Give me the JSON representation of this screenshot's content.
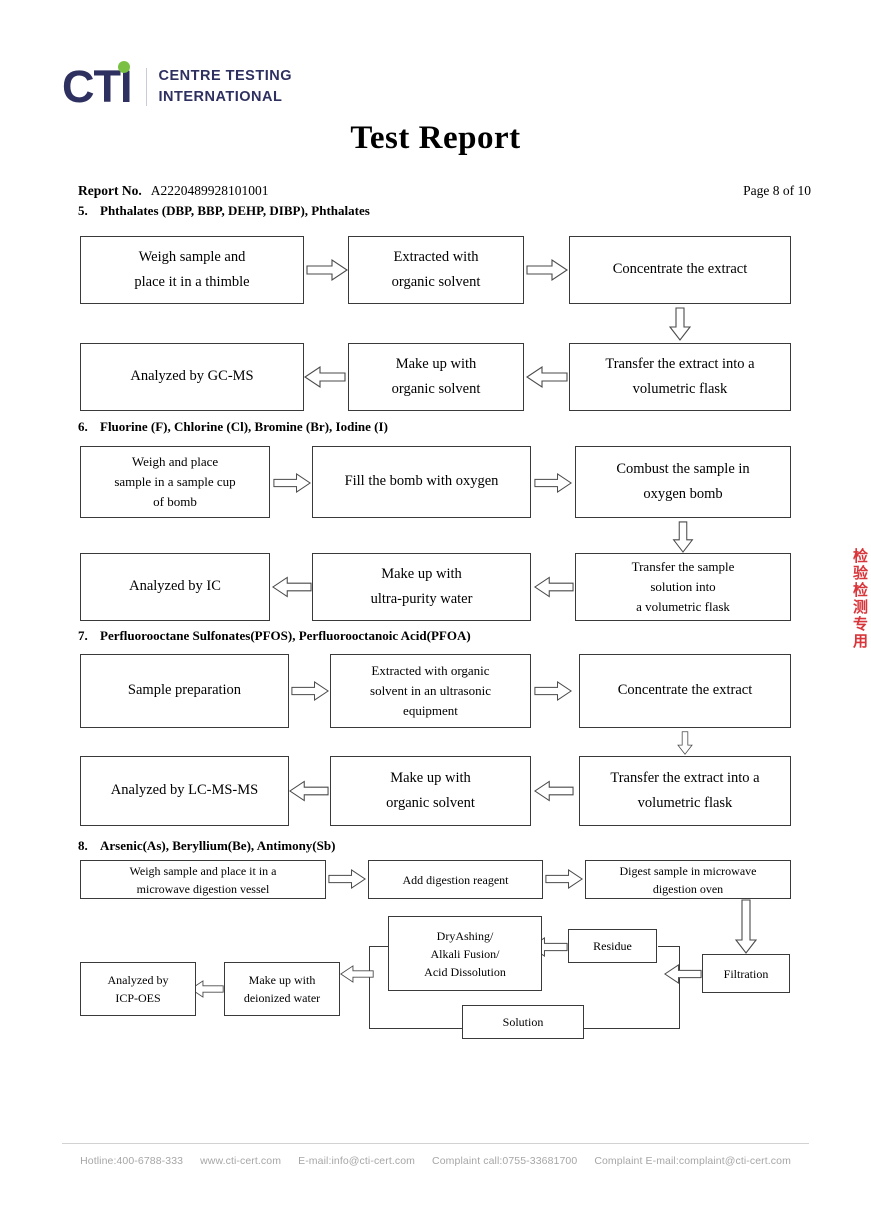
{
  "header": {
    "logo_text": "CTI",
    "logo_line1": "CENTRE TESTING",
    "logo_line2": "INTERNATIONAL",
    "logo_color": "#2e3060",
    "logo_dot_color": "#7ac143",
    "title": "Test Report",
    "report_no_label": "Report No.",
    "report_no_value": "A2220489928101001",
    "page_indicator": "Page 8 of 10"
  },
  "stamp": {
    "text": "检验检测专用",
    "color": "#d5252a"
  },
  "sections": [
    {
      "number": "5.",
      "title": "Phthalates (DBP, BBP, DEHP, DIBP), Phthalates",
      "nodes": [
        {
          "id": "p1",
          "lines": [
            "Weigh sample and",
            "place it in a thimble"
          ]
        },
        {
          "id": "p2",
          "lines": [
            "Extracted with",
            "organic solvent"
          ]
        },
        {
          "id": "p3",
          "lines": [
            "Concentrate the extract"
          ]
        },
        {
          "id": "p4",
          "lines": [
            "Transfer the extract into a",
            "volumetric flask"
          ]
        },
        {
          "id": "p5",
          "lines": [
            "Make up with",
            "organic solvent"
          ]
        },
        {
          "id": "p6",
          "lines": [
            "Analyzed by GC-MS"
          ]
        }
      ]
    },
    {
      "number": "6.",
      "title": "Fluorine (F), Chlorine (Cl), Bromine (Br), Iodine (I)",
      "nodes": [
        {
          "id": "f1",
          "lines": [
            "Weigh and place",
            "sample in a sample cup",
            "of bomb"
          ]
        },
        {
          "id": "f2",
          "lines": [
            "Fill the bomb with oxygen"
          ]
        },
        {
          "id": "f3",
          "lines": [
            "Combust the sample in",
            "oxygen bomb"
          ]
        },
        {
          "id": "f4",
          "lines": [
            "Transfer the sample",
            "solution into",
            "a volumetric flask"
          ]
        },
        {
          "id": "f5",
          "lines": [
            "Make up with",
            "ultra-purity  water"
          ]
        },
        {
          "id": "f6",
          "lines": [
            "Analyzed by IC"
          ]
        }
      ]
    },
    {
      "number": "7.",
      "title": "Perfluorooctane Sulfonates(PFOS), Perfluorooctanoic Acid(PFOA)",
      "nodes": [
        {
          "id": "s1",
          "lines": [
            "Sample preparation"
          ]
        },
        {
          "id": "s2",
          "lines": [
            "Extracted with organic",
            "solvent in an ultrasonic",
            "equipment"
          ]
        },
        {
          "id": "s3",
          "lines": [
            "Concentrate the extract"
          ]
        },
        {
          "id": "s4",
          "lines": [
            "Transfer the extract into a",
            "volumetric flask"
          ]
        },
        {
          "id": "s5",
          "lines": [
            "Make up with",
            "organic solvent"
          ]
        },
        {
          "id": "s6",
          "lines": [
            "Analyzed by LC-MS-MS"
          ]
        }
      ]
    },
    {
      "number": "8.",
      "title": "Arsenic(As), Beryllium(Be), Antimony(Sb)",
      "nodes": [
        {
          "id": "a1",
          "lines": [
            "Weigh sample and place it in a",
            "microwave digestion vessel"
          ]
        },
        {
          "id": "a2",
          "lines": [
            "Add digestion reagent"
          ]
        },
        {
          "id": "a3",
          "lines": [
            "Digest sample in microwave",
            "digestion oven"
          ]
        },
        {
          "id": "a4",
          "lines": [
            "Filtration"
          ]
        },
        {
          "id": "a5",
          "lines": [
            "Residue"
          ]
        },
        {
          "id": "a6",
          "lines": [
            "Solution"
          ]
        },
        {
          "id": "a7",
          "lines": [
            "DryAshing/",
            "Alkali Fusion/",
            "Acid Dissolution"
          ]
        },
        {
          "id": "a8",
          "lines": [
            "Make up with",
            "deionized water"
          ]
        },
        {
          "id": "a9",
          "lines": [
            "Analyzed by",
            "ICP-OES"
          ]
        }
      ]
    }
  ],
  "footer": {
    "hotline": "Hotline:400-6788-333",
    "website": "www.cti-cert.com",
    "email": "E-mail:info@cti-cert.com",
    "complaint_call": "Complaint call:0755-33681700",
    "complaint_email": "Complaint E-mail:complaint@cti-cert.com"
  }
}
